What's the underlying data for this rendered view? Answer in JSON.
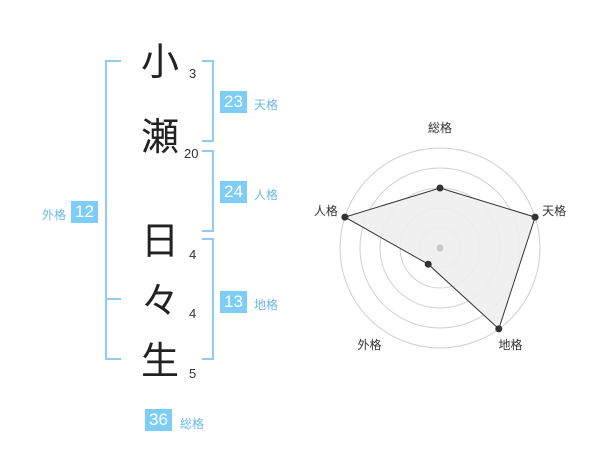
{
  "name_chars": [
    {
      "char": "小",
      "strokes": "3"
    },
    {
      "char": "瀬",
      "strokes": "20"
    },
    {
      "char": "日",
      "strokes": "4"
    },
    {
      "char": "々",
      "strokes": "4"
    },
    {
      "char": "生",
      "strokes": "5"
    }
  ],
  "fortune": {
    "tenkaku": {
      "value": "23",
      "label": "天格"
    },
    "jinkaku": {
      "value": "24",
      "label": "人格"
    },
    "chikaku": {
      "value": "13",
      "label": "地格"
    },
    "gaikaku": {
      "value": "12",
      "label": "外格"
    },
    "soukaku": {
      "value": "36",
      "label": "総格"
    }
  },
  "chart_data": {
    "type": "radar",
    "axes": [
      "総格",
      "天格",
      "地格",
      "外格",
      "人格"
    ],
    "values": [
      3,
      5,
      5,
      1,
      5
    ],
    "max": 5,
    "rings": 5,
    "colors": {
      "fill": "#eeeeee",
      "line": "#333333",
      "grid": "#d0d0d0",
      "point": "#333333",
      "center": "#c8c8c8"
    }
  },
  "colors": {
    "accent": "#7ecdf7",
    "bracket": "#8fcbf3",
    "label": "#6bb8e6"
  }
}
